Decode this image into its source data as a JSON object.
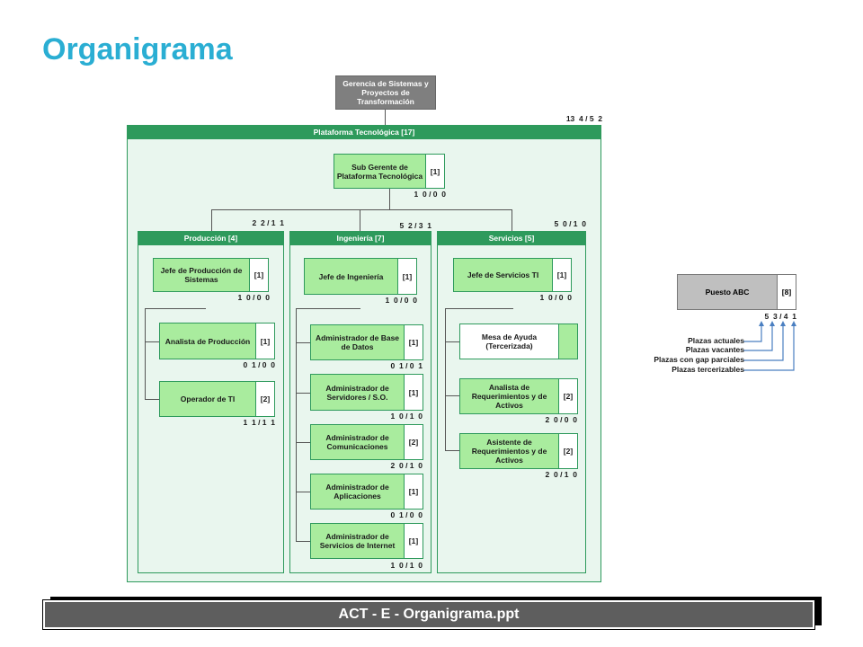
{
  "title": "Organigrama",
  "top_box": "Gerencia de Sistemas y Proyectos de Transformación",
  "platform": {
    "label": "Plataforma Tecnológica [17]",
    "stats": "13  4 / 5  2"
  },
  "subgerente": {
    "name": "Sub Gerente de Plataforma Tecnológica",
    "count": "[1]",
    "stats": "1  0 / 0  0"
  },
  "produccion": {
    "label": "Producción [4]",
    "stats": "2  2 / 1  1",
    "head": {
      "name": "Jefe de Producción de Sistemas",
      "count": "[1]",
      "stats": "1  0 / 0  0"
    },
    "items": [
      {
        "name": "Analista de Producción",
        "count": "[1]",
        "stats": "0  1 / 0  0"
      },
      {
        "name": "Operador de TI",
        "count": "[2]",
        "stats": "1  1 / 1  1"
      }
    ]
  },
  "ingenieria": {
    "label": "Ingeniería [7]",
    "stats": "5  2 / 3  1",
    "head": {
      "name": "Jefe de Ingeniería",
      "count": "[1]",
      "stats": "1  0 / 0  0"
    },
    "items": [
      {
        "name": "Administrador de Base de Datos",
        "count": "[1]",
        "stats": "0  1 / 0  1"
      },
      {
        "name": "Administrador de Servidores / S.O.",
        "count": "[1]",
        "stats": "1  0 / 1  0"
      },
      {
        "name": "Administrador de Comunicaciones",
        "count": "[2]",
        "stats": "2  0 / 1  0"
      },
      {
        "name": "Administrador de Aplicaciones",
        "count": "[1]",
        "stats": "0  1 / 0  0"
      },
      {
        "name": "Administrador de Servicios de Internet",
        "count": "[1]",
        "stats": "1  0 / 1  0"
      }
    ]
  },
  "servicios": {
    "label": "Servicios [5]",
    "stats": "5  0 / 1  0",
    "head": {
      "name": "Jefe de Servicios TI",
      "count": "[1]",
      "stats": "1  0 / 0  0"
    },
    "items": [
      {
        "name": "Mesa de Ayuda (Tercerizada)",
        "count": "",
        "stats": ""
      },
      {
        "name": "Analista de Requerimientos y de Activos",
        "count": "[2]",
        "stats": "2  0 / 0  0"
      },
      {
        "name": "Asistente de Requerimientos y de Activos",
        "count": "[2]",
        "stats": "2  0 / 1  0"
      }
    ]
  },
  "legend": {
    "name": "Puesto ABC",
    "count": "[8]",
    "stats": "5  3 / 4  1",
    "labels": [
      "Plazas actuales",
      "Plazas vacantes",
      "Plazas con gap parciales",
      "Plazas tercerizables"
    ]
  },
  "footer": "ACT - E - Organigrama.ppt"
}
